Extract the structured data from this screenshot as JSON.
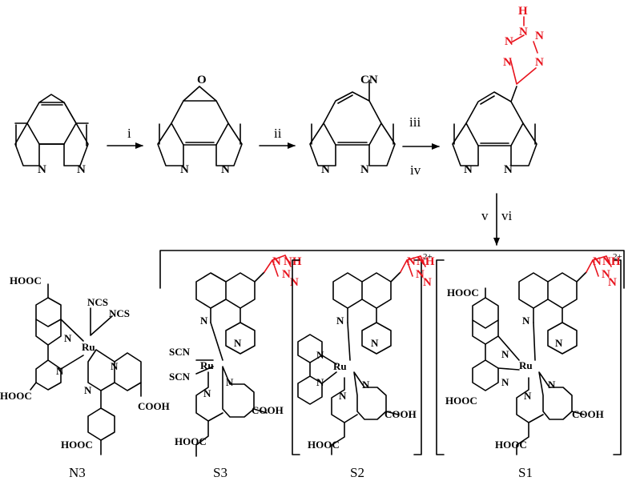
{
  "atoms": {
    "N": "N",
    "O": "O",
    "CN": "CN",
    "H": "H",
    "NH": "NH",
    "Ru": "Ru",
    "NCS": "NCS",
    "SCN": "SCN",
    "HOOC": "HOOC",
    "COOH": "COOH"
  },
  "steps": {
    "s1": "i",
    "s2": "ii",
    "s3": "iii",
    "s4": "iv",
    "s5": "v",
    "s6": "vi"
  },
  "charges": {
    "s2": "2+",
    "s1": "2+"
  },
  "labels": {
    "n3": "N3",
    "s3": "S3",
    "s2": "S2",
    "s1": "S1"
  },
  "colors": {
    "tetrazole": "#e8141e",
    "bond": "#000000"
  }
}
